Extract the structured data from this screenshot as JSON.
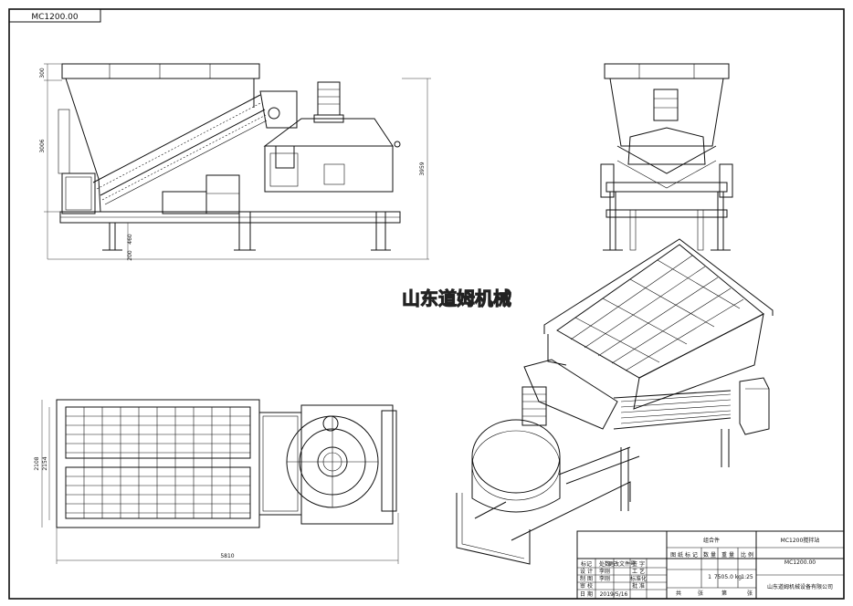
{
  "drawing_number_corner": "MC1200.00",
  "watermark": "山东道姆机械",
  "dimensions": {
    "side_view_heights": [
      "300",
      "3006",
      "3959",
      "460",
      "200"
    ],
    "plan_view_widths": [
      "2108",
      "2154"
    ],
    "plan_view_length": "5810"
  },
  "title_block": {
    "assembly_label": "组合件",
    "product_name": "MC1200搅拌站",
    "drawing_number": "MC1200.00",
    "company": "山东道姆机械设备有限公司",
    "col_headers": [
      "图 纸 标 记",
      "数 量",
      "重 量",
      "比 例"
    ],
    "quantity": "1",
    "weight": "7505.0 kg",
    "scale": "1:25",
    "sheet_labels": [
      "共",
      "张",
      "第",
      "张"
    ],
    "rev_headers": [
      "标记",
      "处数",
      "更改文件号",
      "签 字"
    ],
    "roles": [
      {
        "role": "设 计",
        "name": "李刚",
        "role2": "工 艺",
        "name2": ""
      },
      {
        "role": "制 图",
        "name": "李刚",
        "role2": "标准化",
        "name2": ""
      },
      {
        "role": "审 校",
        "name": "",
        "role2": "批 准",
        "name2": ""
      },
      {
        "role": "日 期",
        "name": "2019/5/16",
        "role2": "",
        "name2": ""
      }
    ]
  }
}
